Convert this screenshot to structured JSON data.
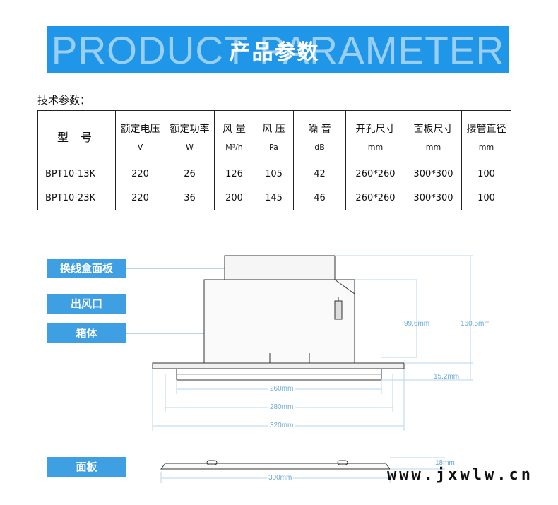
{
  "banner": {
    "bg_text": "PRODUCT PARAMETER",
    "title": "产品参数"
  },
  "section_title": "技术参数：",
  "table": {
    "headers": [
      {
        "line1": "型  号",
        "line2": ""
      },
      {
        "line1": "额定电压",
        "line2": "V"
      },
      {
        "line1": "额定功率",
        "line2": "W"
      },
      {
        "line1": "风  量",
        "line2": "M³/h"
      },
      {
        "line1": "风  压",
        "line2": "Pa"
      },
      {
        "line1": "噪  音",
        "line2": "dB"
      },
      {
        "line1": "开孔尺寸",
        "line2": "mm"
      },
      {
        "line1": "面板尺寸",
        "line2": "mm"
      },
      {
        "line1": "接管直径",
        "line2": "mm"
      }
    ],
    "rows": [
      [
        "BPT10-13K",
        "220",
        "26",
        "126",
        "105",
        "42",
        "260*260",
        "300*300",
        "100"
      ],
      [
        "BPT10-23K",
        "220",
        "36",
        "200",
        "145",
        "46",
        "260*260",
        "300*300",
        "100"
      ]
    ]
  },
  "labels": {
    "junction_box_panel": "换线盒面板",
    "air_outlet": "出风口",
    "box_body": "箱体",
    "panel": "面板"
  },
  "dims": {
    "h_99": "99.6mm",
    "h_160": "160.5mm",
    "h_15": "15.2mm",
    "w_260": "260mm",
    "w_280": "280mm",
    "w_320": "320mm",
    "panel_18": "18mm",
    "panel_300": "300mm"
  },
  "watermark": "www.jxwlw.cn",
  "colors": {
    "banner": "#1f96e8",
    "label": "#3e9fe3",
    "dimension": "#6aaad6"
  }
}
